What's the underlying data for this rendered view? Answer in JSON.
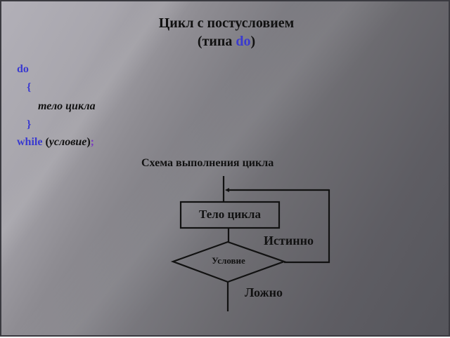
{
  "slide": {
    "title_line1": "Цикл с постусловием",
    "title_line2_open": "(типа ",
    "title_line2_keyword": "do",
    "title_line2_close": ")"
  },
  "code": {
    "line_do": "do",
    "line_open_brace": "{",
    "line_body": "тело цикла",
    "line_close_brace": "}",
    "line_while_keyword": "while",
    "line_while_open": " (",
    "line_while_condition": "условие",
    "line_while_close": ")",
    "line_while_semicolon": ";"
  },
  "scheme": {
    "title": "Схема выполнения  цикла",
    "body_box_label": "Тело цикла",
    "condition_label": "Условие",
    "true_label": "Истинно",
    "false_label": "Ложно"
  },
  "colors": {
    "keyword": "#3a3ad0",
    "semicolon": "#7a3ac0",
    "text": "#111111",
    "background_light": "#b2b0b8",
    "background_dark": "#55555b"
  }
}
